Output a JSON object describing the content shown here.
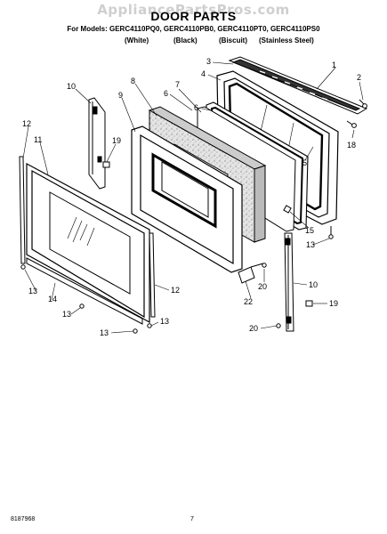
{
  "header": {
    "watermark": "AppliancePartsPros.com",
    "title": "DOOR PARTS",
    "models": "For Models: GERC4110PQ0, GERC4110PB0, GERC4110PT0, GERC4110PS0",
    "variants": [
      "(White)",
      "(Black)",
      "(Biscuit)",
      "(Stainless Steel)"
    ]
  },
  "callouts": {
    "c1": "1",
    "c2": "2",
    "c3": "3",
    "c4": "4",
    "c5": "5",
    "c6a": "6",
    "c6b": "6",
    "c7": "7",
    "c8": "8",
    "c9": "9",
    "c10a": "10",
    "c10b": "10",
    "c11": "11",
    "c12a": "12",
    "c12b": "12",
    "c13a": "13",
    "c13b": "13",
    "c13c": "13",
    "c13d": "13",
    "c13e": "13",
    "c14": "14",
    "c15": "15",
    "c18": "18",
    "c19a": "19",
    "c19b": "19",
    "c20a": "20",
    "c20b": "20",
    "c22": "22"
  },
  "footer": {
    "doc_number": "8187968",
    "page": "7"
  }
}
